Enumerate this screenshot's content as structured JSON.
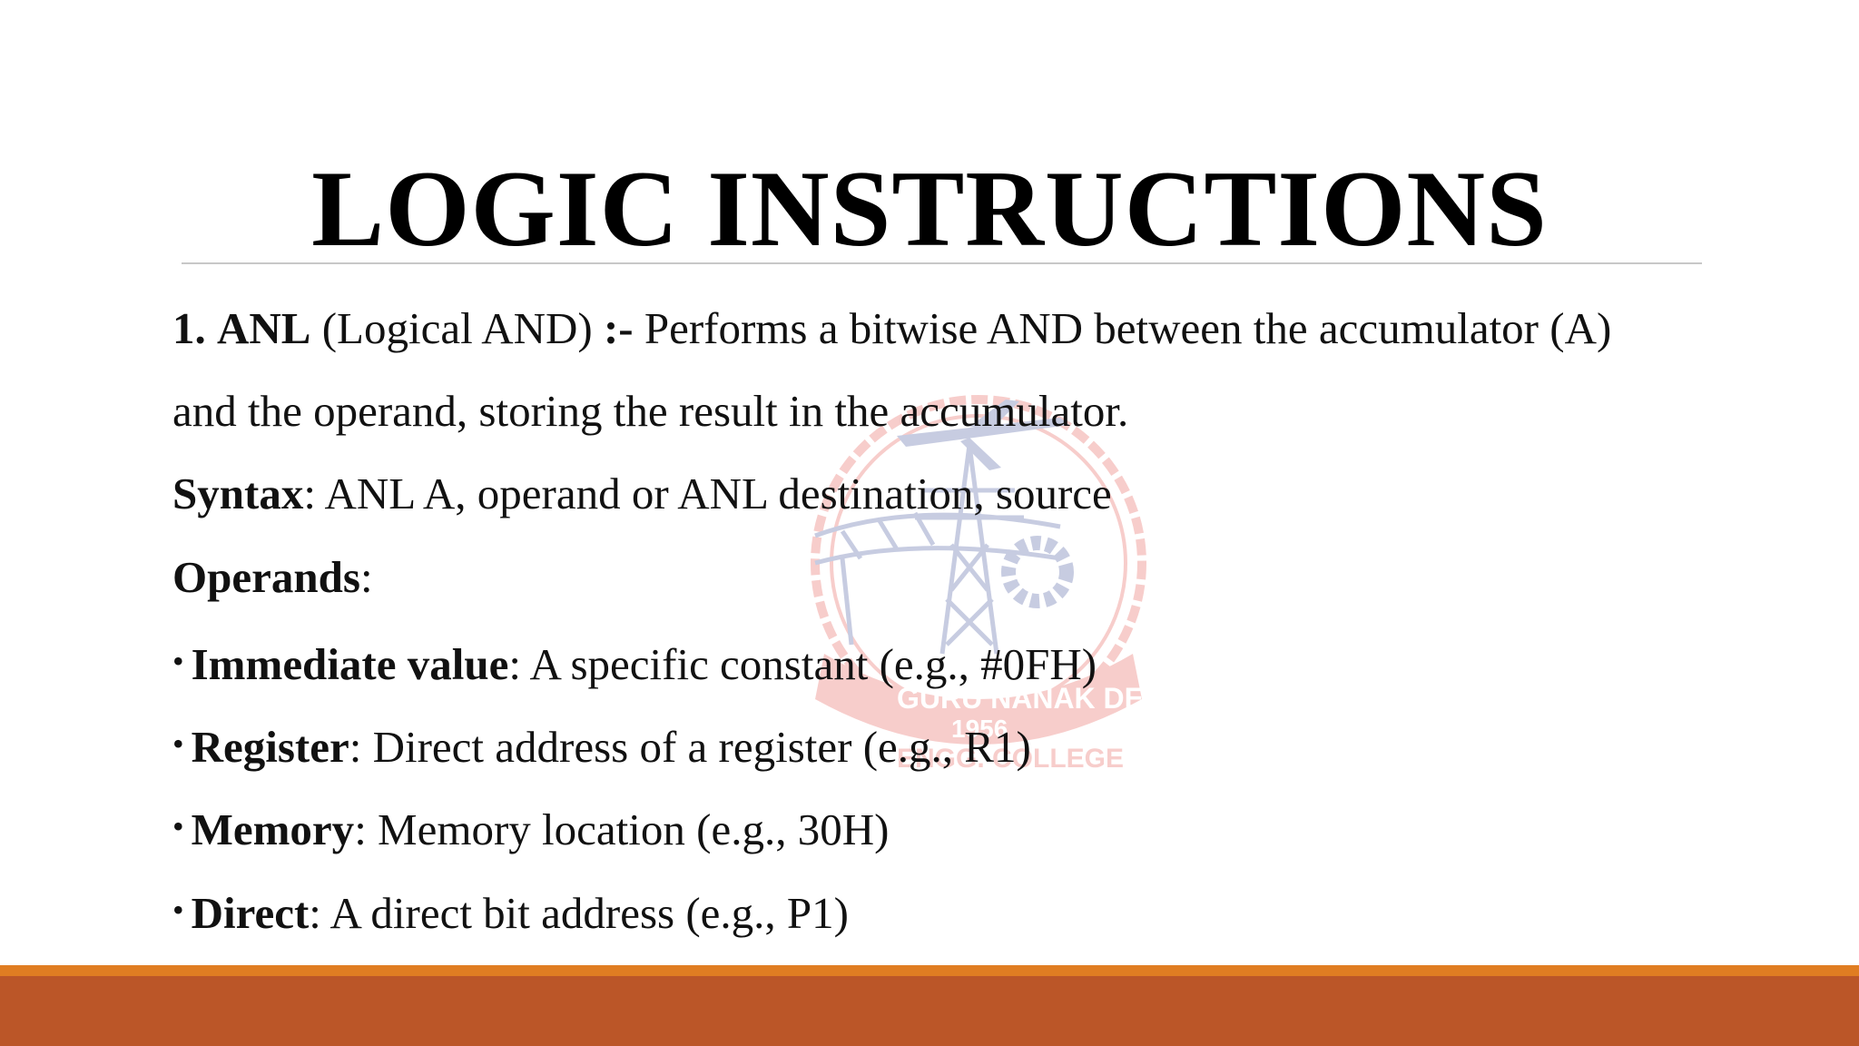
{
  "slide": {
    "title": "LOGIC INSTRUCTIONS",
    "anl": {
      "number": "1.",
      "name": "ANL",
      "expansion": "(Logical AND)",
      "separator": ":-",
      "description_line1": "Performs a bitwise AND between the accumulator (A)",
      "description_line2": "and the operand, storing the result in the accumulator."
    },
    "syntax": {
      "label": "Syntax",
      "text": ": ANL A, operand or ANL destination, source"
    },
    "operands": {
      "label": "Operands",
      "colon": ":",
      "items": [
        {
          "bullet": "•",
          "term": "Immediate value",
          "text": ": A specific constant (e.g., #0FH)"
        },
        {
          "bullet": "•",
          "term": "Register",
          "text": ": Direct address of a register (e.g., R1)"
        },
        {
          "bullet": "•",
          "term": "Memory",
          "text": ": Memory location (e.g., 30H)"
        },
        {
          "bullet": "•",
          "term": "Direct",
          "text": ": A direct bit address (e.g., P1)"
        }
      ]
    },
    "watermark": {
      "arc_text_top": "GURU NANAK DEV",
      "year": "1956",
      "arc_text_bottom": "ENGG. COLLEGE",
      "color": "#e2433a",
      "art_color": "#2c3e8f"
    },
    "colors": {
      "band_orange": "#e07d22",
      "band_rust": "#bb5628",
      "divider": "#c8c8c8"
    }
  }
}
